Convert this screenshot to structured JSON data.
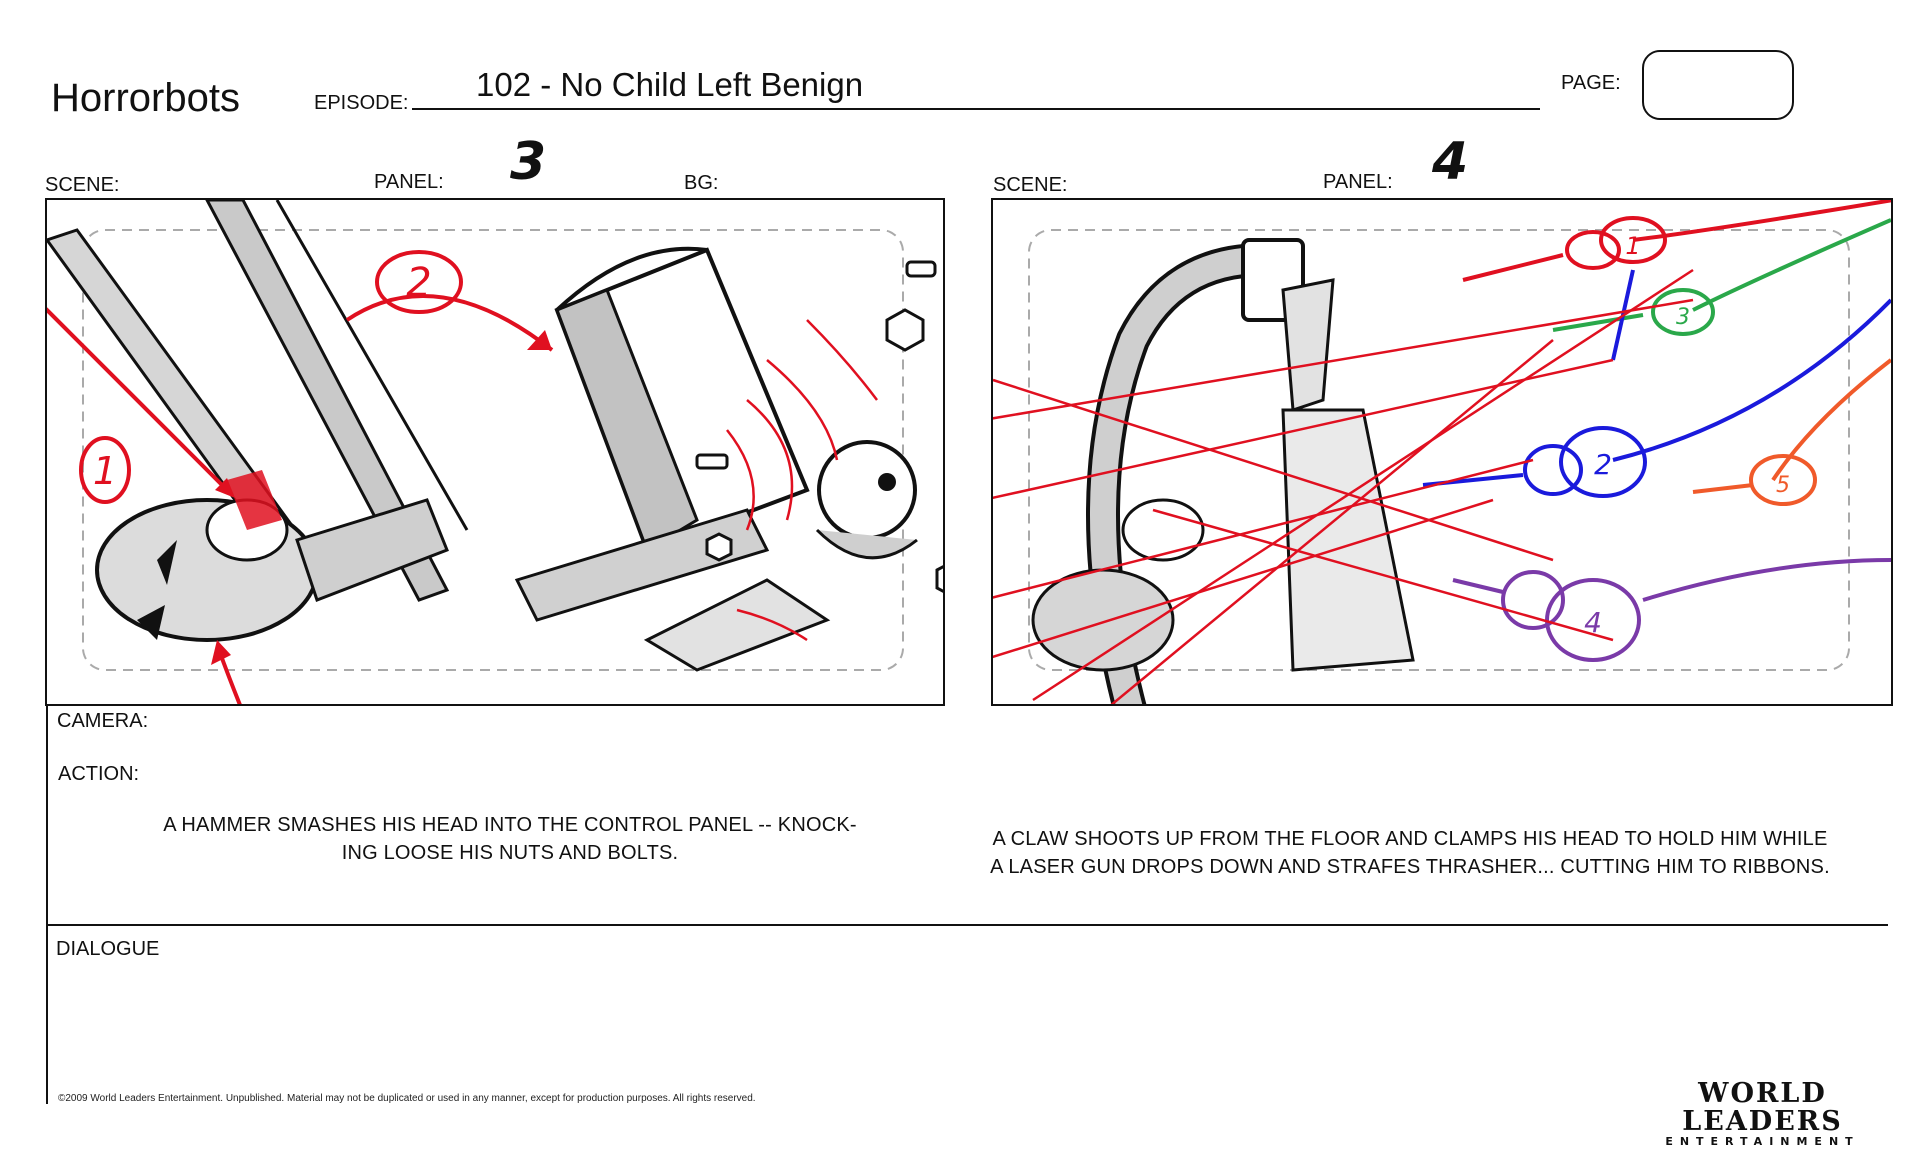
{
  "header": {
    "show_title": "Horrorbots",
    "episode_label": "EPISODE:",
    "episode_value": "102 - No Child Left Benign",
    "page_label": "PAGE:",
    "page_value": ""
  },
  "panels": [
    {
      "scene_label": "SCENE:",
      "panel_label": "PANEL:",
      "panel_number": "3",
      "bg_label": "BG:",
      "annotations": [
        "2",
        "1"
      ],
      "action_text_line1": "A HAMMER SMASHES HIS HEAD INTO THE CONTROL PANEL -- KNOCK-",
      "action_text_line2": "ING LOOSE HIS NUTS AND BOLTS."
    },
    {
      "scene_label": "SCENE:",
      "panel_label": "PANEL:",
      "panel_number": "4",
      "annotations": [
        "1",
        "2",
        "3",
        "4",
        "5"
      ],
      "action_text_line1": "A CLAW SHOOTS UP FROM THE FLOOR AND CLAMPS HIS HEAD TO HOLD HIM WHILE",
      "action_text_line2": "A LASER GUN DROPS DOWN AND STRAFES THRASHER... CUTTING HIM TO RIBBONS."
    }
  ],
  "camera_label": "CAMERA:",
  "action_label": "ACTION:",
  "dialogue_label": "DIALOGUE",
  "footer": {
    "copyright": "©2009 World Leaders Entertainment.  Unpublished. Material may not be duplicated or used in any manner, except for production purposes. All rights reserved.",
    "logo_line1": "WORLD LEADERS",
    "logo_line2": "ENTERTAINMENT"
  },
  "colors": {
    "ink": "#111111",
    "annotation_red": "#e01020",
    "annotation_blue": "#1a1adc",
    "annotation_green": "#2aa84a",
    "annotation_purple": "#7a3aa8",
    "annotation_orange": "#f05a2a",
    "shadow_gray": "#bdbdbd",
    "safe_area_dash": "#aaaaaa"
  }
}
